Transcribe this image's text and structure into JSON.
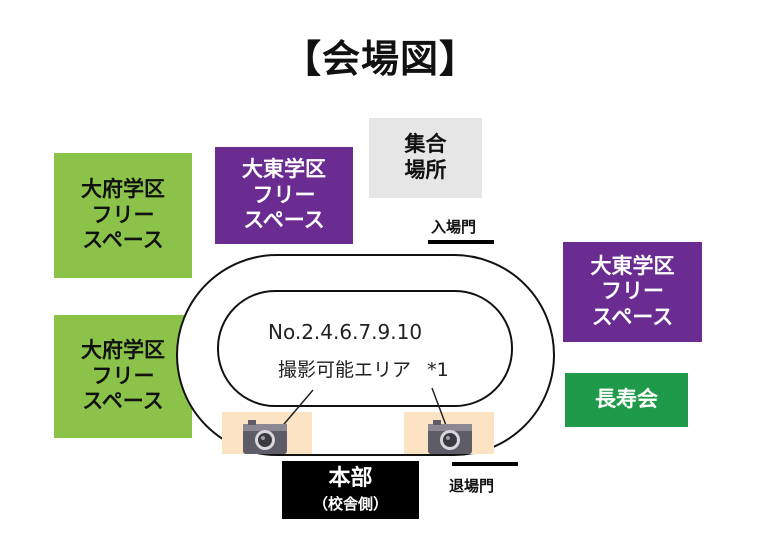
{
  "title": "【会場図】",
  "areas": {
    "ofu_left_top": {
      "line1": "大府学区",
      "line2": "フリー",
      "line3": "スペース"
    },
    "ofu_left_bottom": {
      "line1": "大府学区",
      "line2": "フリー",
      "line3": "スペース"
    },
    "daito_top": {
      "line1": "大東学区",
      "line2": "フリー",
      "line3": "スペース"
    },
    "daito_right": {
      "line1": "大東学区",
      "line2": "フリー",
      "line3": "スペース"
    },
    "gathering": {
      "line1": "集合",
      "line2": "場所"
    },
    "chojukai": {
      "label": "長寿会"
    },
    "honbu": {
      "label": "本部",
      "sub": "（校舎側）"
    }
  },
  "gates": {
    "entrance": "入場門",
    "exit": "退場門"
  },
  "photo_zone": {
    "numbers": "No.2.4.6.7.9.10",
    "label": "撮影可能エリア",
    "note": "*1"
  },
  "colors": {
    "green": "#8bc34a",
    "purple": "#6a2c91",
    "gray": "#e6e6e6",
    "dark_green": "#1f9a4a",
    "black": "#000000",
    "camera_area": "#fbe3c3"
  },
  "icons": [
    "camera-icon",
    "camera-icon"
  ]
}
